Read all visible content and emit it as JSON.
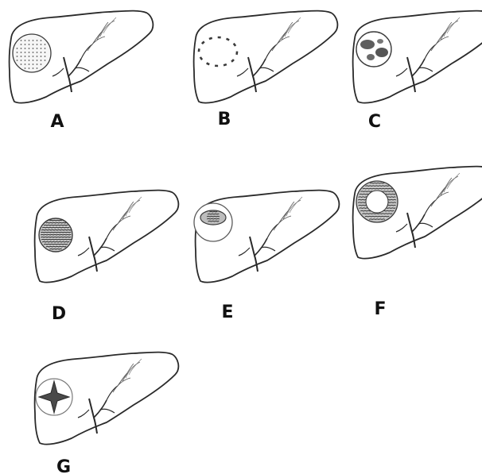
{
  "panels": [
    {
      "label": "A",
      "lesion": "dotted-uniform"
    },
    {
      "label": "B",
      "lesion": "dashed-outline"
    },
    {
      "label": "C",
      "lesion": "dark-clusters"
    },
    {
      "label": "D",
      "lesion": "dense-hatched"
    },
    {
      "label": "E",
      "lesion": "ring-with-hatched-core"
    },
    {
      "label": "F",
      "lesion": "hatched-ring-clear-center"
    },
    {
      "label": "G",
      "lesion": "cross-shaped"
    }
  ],
  "colors": {
    "outline": "#2a2a2a",
    "lesion": "#3a3a3a",
    "lesion_light": "#7a7a7a",
    "label": "#111111"
  }
}
